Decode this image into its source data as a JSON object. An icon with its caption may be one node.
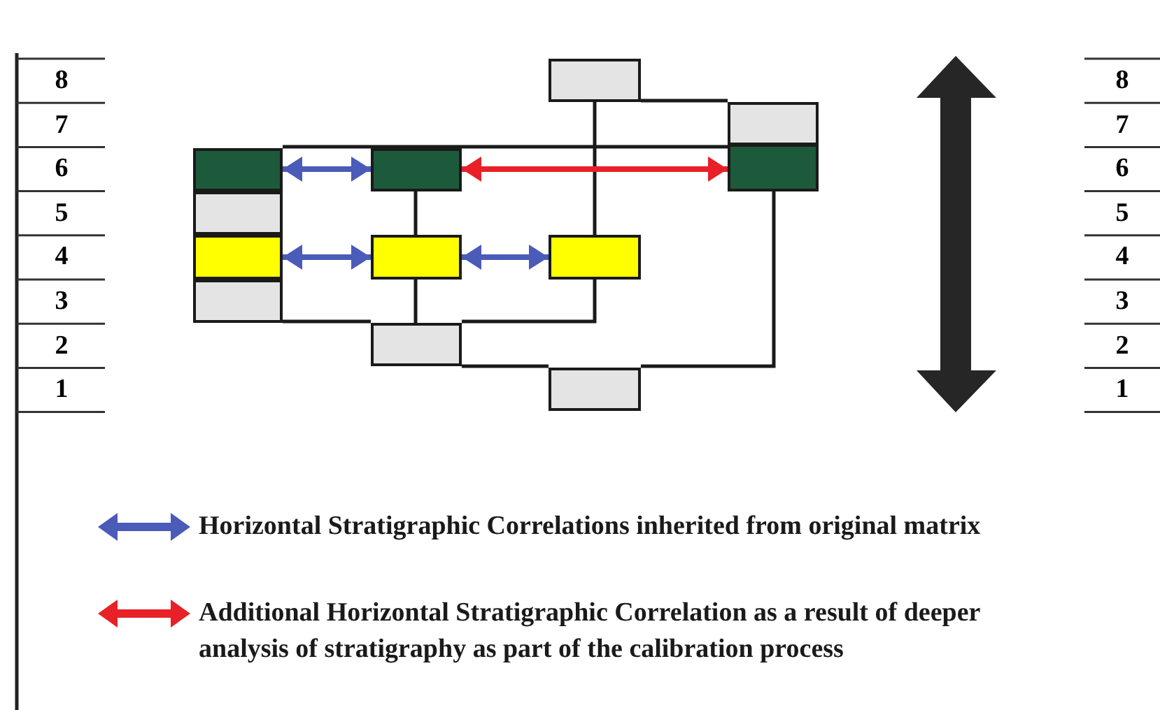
{
  "diagram": {
    "nodes": [
      {
        "text": [],
        "shape": "box"
      },
      {
        "text": [],
        "shape": "box"
      },
      {
        "text": [],
        "shape": "box"
      },
      {
        "text": [],
        "shape": "box"
      },
      {
        "text": [],
        "shape": "box"
      },
      {
        "text": [],
        "shape": "box"
      },
      {
        "text": [],
        "shape": "box"
      },
      {
        "text": [],
        "shape": "box"
      },
      {
        "text": [],
        "shape": "box"
      },
      {
        "text": [],
        "shape": "box"
      },
      {
        "text": [],
        "shape": "box"
      },
      {
        "text": [],
        "shape": "box"
      }
    ],
    "edges": [
      {
        "from": 0,
        "to": 1,
        "arrow": "none"
      },
      {
        "from": 0,
        "to": 8,
        "arrow": "none"
      },
      {
        "from": 1,
        "to": 2,
        "arrow": "none"
      },
      {
        "from": 3,
        "to": 7,
        "arrow": "none"
      },
      {
        "from": 7,
        "to": 10,
        "arrow": "none"
      },
      {
        "from": 9,
        "to": 10,
        "arrow": "none"
      },
      {
        "from": 8,
        "to": 10,
        "arrow": "none"
      },
      {
        "from": 10,
        "to": 11,
        "arrow": "none"
      },
      {
        "from": 4,
        "to": 11,
        "arrow": "none"
      },
      {
        "from": 2,
        "to": 3,
        "arrow": "both",
        "color": "#4a5bb8"
      },
      {
        "from": 3,
        "to": 4,
        "arrow": "both",
        "color": "#e82028"
      },
      {
        "from": 6,
        "to": 7,
        "arrow": "both",
        "color": "#4a5bb8"
      },
      {
        "from": 7,
        "to": 8,
        "arrow": "both",
        "color": "#4a5bb8"
      }
    ],
    "labels": [
      "8",
      "8",
      "7",
      "7",
      "6",
      "6",
      "5",
      "5",
      "4",
      "4",
      "3",
      "3",
      "2",
      "2",
      "1",
      "1"
    ],
    "legend": [
      {
        "text": "Horizontal Stratigraphic Correlations inherited from original matrix"
      },
      {
        "text": "Additional Horizontal Stratigraphic Correlation as a result of deeper analysis of stratigraphy as part of the calibration process"
      }
    ]
  }
}
